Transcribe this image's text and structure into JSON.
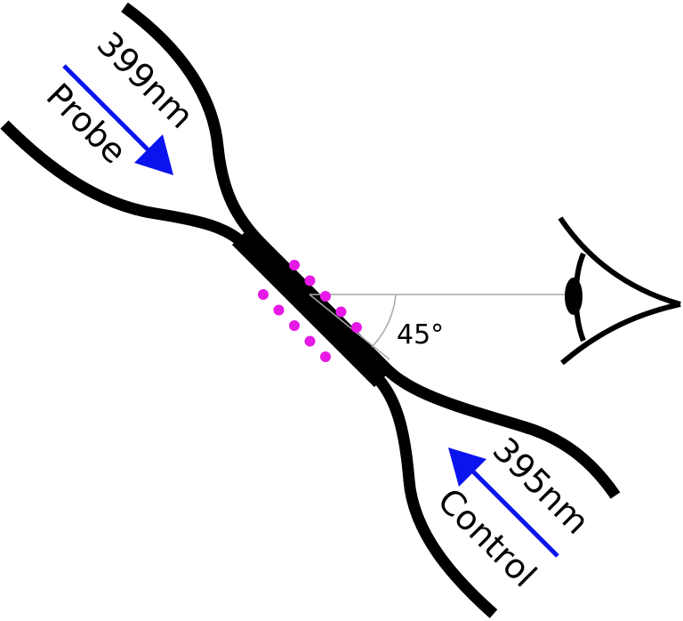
{
  "labels": {
    "probe_wavelength": "399nm",
    "probe_name": "Probe",
    "control_wavelength": "395nm",
    "control_name": "Control",
    "angle": "45°"
  },
  "colors": {
    "fiber": "#000000",
    "arrow": "#0a14ee",
    "atoms": "#e619e6",
    "guide_line": "#a9a9a9",
    "background": "#ffffff"
  },
  "icons": {
    "viewer": "eye-icon"
  },
  "atoms": {
    "rows": 2,
    "per_row": 5
  }
}
